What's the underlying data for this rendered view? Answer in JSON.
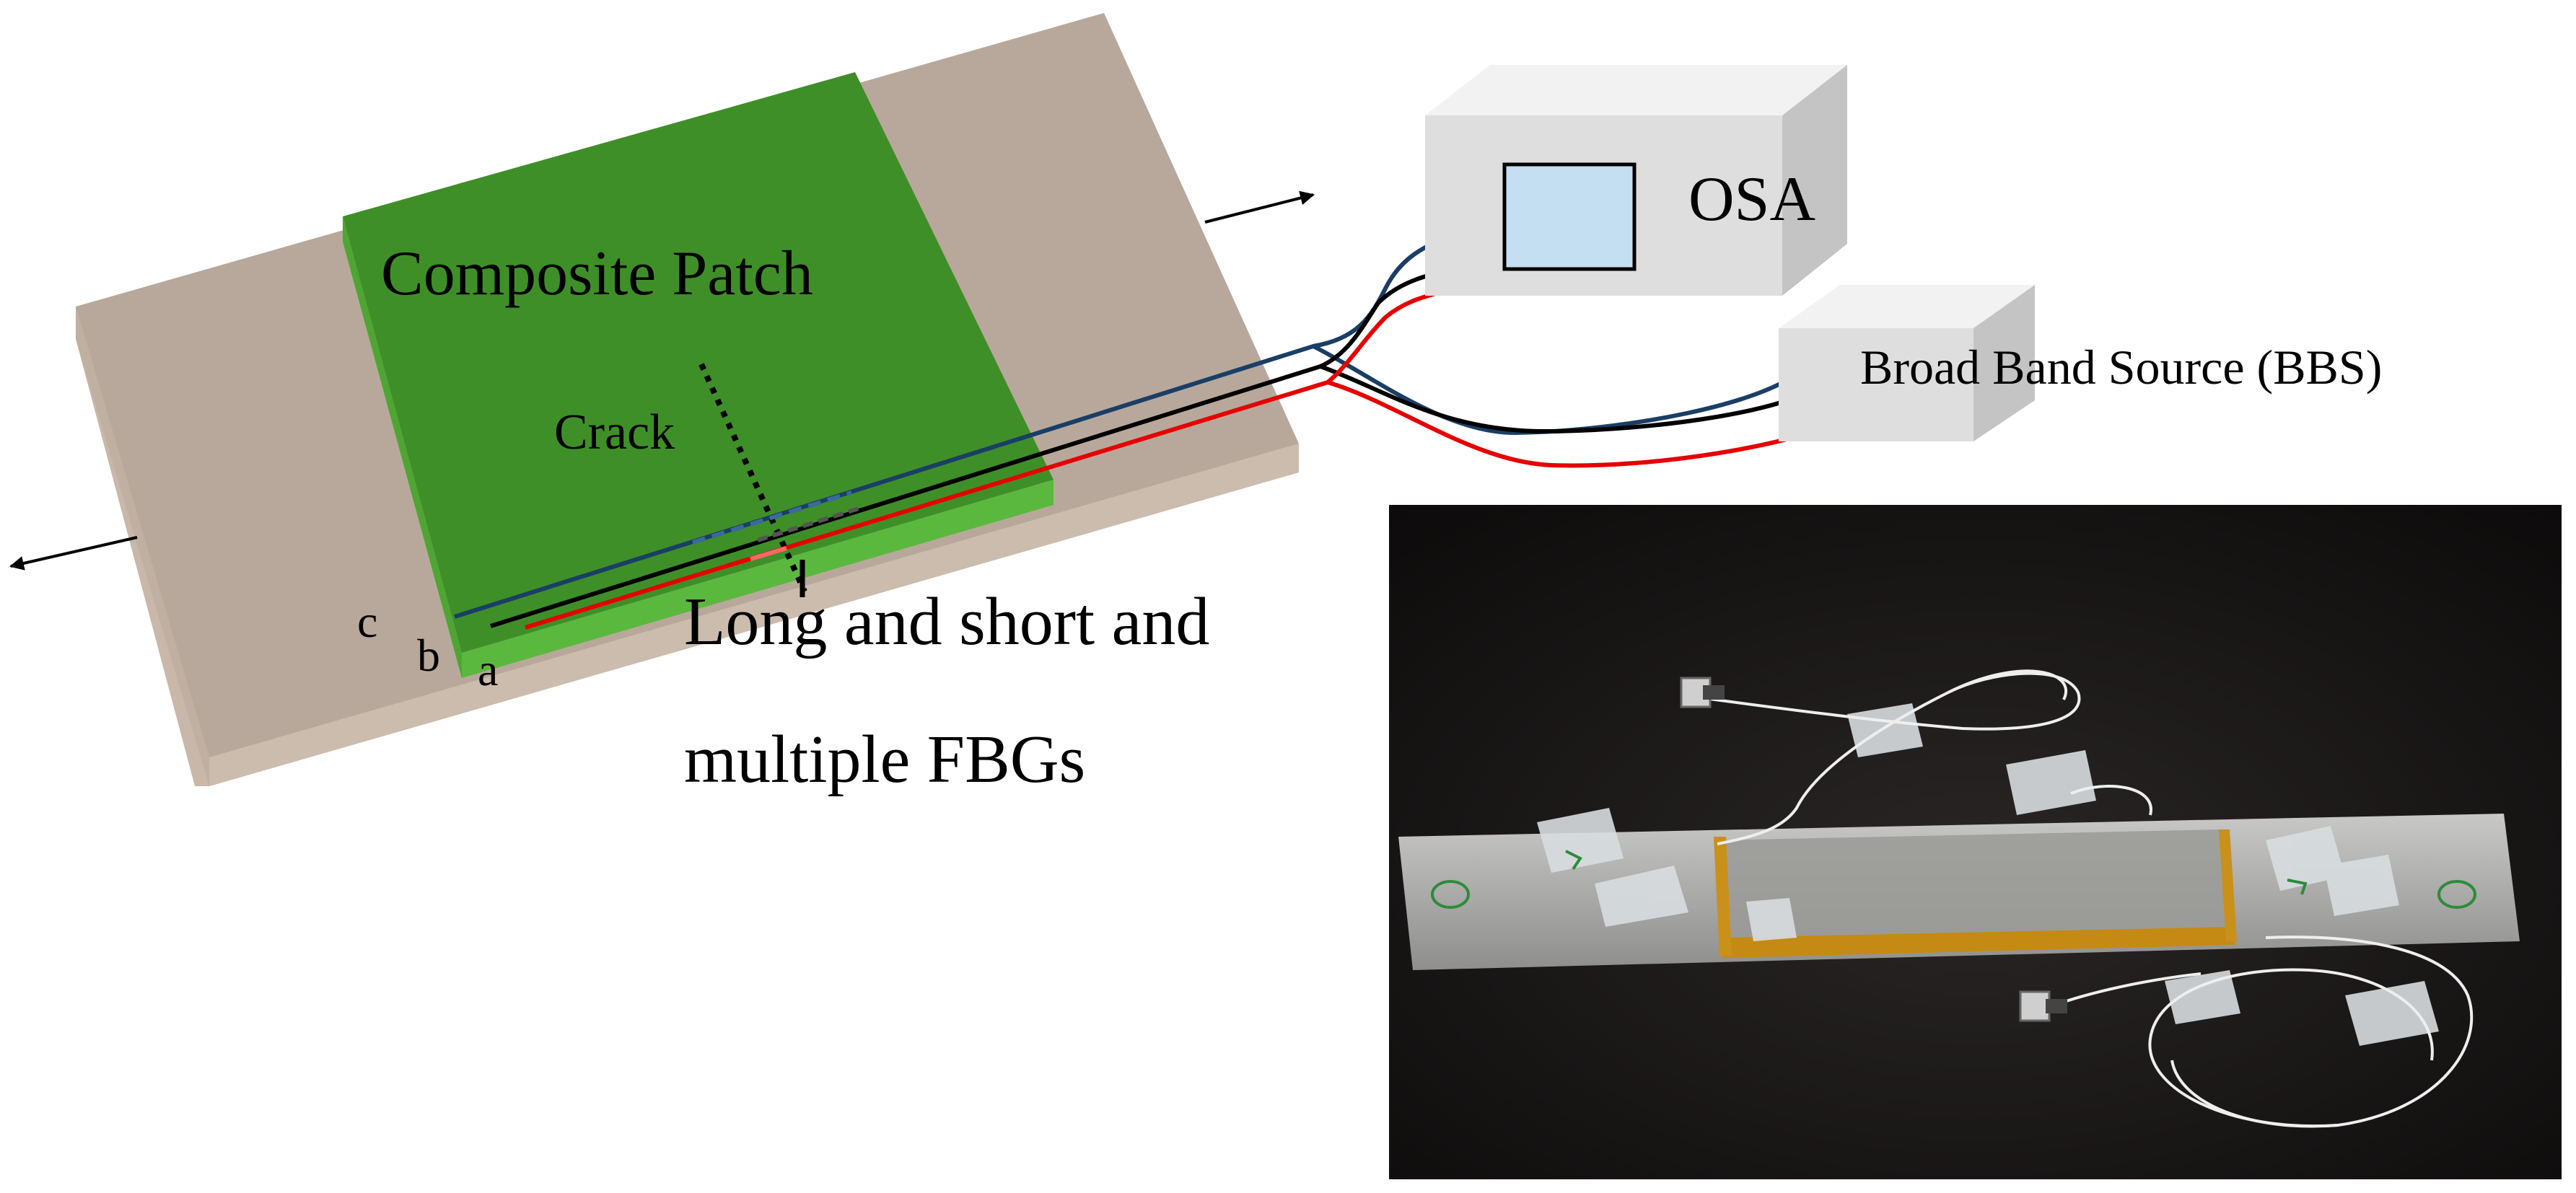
{
  "labels": {
    "patch": "Composite Patch",
    "crack": "Crack",
    "osa": "OSA",
    "bbs": "Broad Band Source (BBS)",
    "fbg_line1": "Long and short and",
    "fbg_line2": "multiple FBGs",
    "fiber_a": "a",
    "fiber_b": "b",
    "fiber_c": "c"
  },
  "colors": {
    "plate_top": "#b8a89b",
    "plate_side": "#c9b8aa",
    "patch_top": "#3f8f28",
    "patch_side": "#57b03a",
    "fiber_a": "#e60000",
    "fiber_b": "#000000",
    "fiber_c": "#1a3e66",
    "osa_screen": "#c5dff2",
    "box_front": "#dedede",
    "box_top": "#f2f2f2",
    "box_side": "#c4c4c4"
  }
}
